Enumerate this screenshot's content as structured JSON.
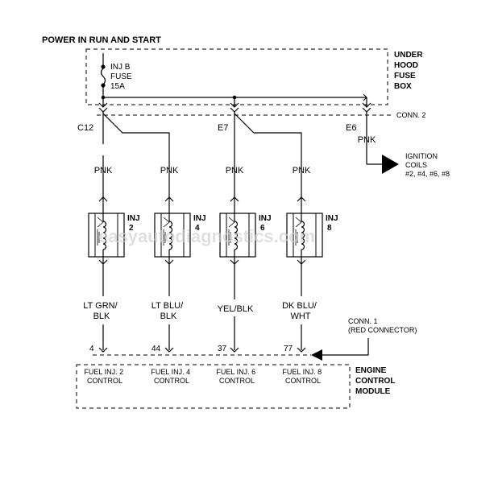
{
  "title": "POWER IN RUN AND START",
  "fuse_box": {
    "label_lines": [
      "UNDER",
      "HOOD",
      "FUSE",
      "BOX"
    ]
  },
  "fuse": {
    "label_lines": [
      "INJ B",
      "FUSE",
      "15A"
    ]
  },
  "connectors": {
    "c12": "C12",
    "e7": "E7",
    "e6": "E6",
    "conn2": "CONN. 2"
  },
  "ignition": {
    "wire": "PNK",
    "label_lines": [
      "IGNITION",
      "COILS",
      "#2, #4, #6, #8"
    ]
  },
  "injectors": [
    {
      "top_wire": "PNK",
      "label": "INJ",
      "num": "2",
      "bottom_wire": [
        "LT GRN/",
        "BLK"
      ],
      "pin": "4",
      "control": [
        "FUEL INJ. 2",
        "CONTROL"
      ]
    },
    {
      "top_wire": "PNK",
      "label": "INJ",
      "num": "4",
      "bottom_wire": [
        "LT BLU/",
        "BLK"
      ],
      "pin": "44",
      "control": [
        "FUEL INJ. 4",
        "CONTROL"
      ]
    },
    {
      "top_wire": "PNK",
      "label": "INJ",
      "num": "6",
      "bottom_wire": [
        "YEL/BLK"
      ],
      "pin": "37",
      "control": [
        "FUEL INJ. 6",
        "CONTROL"
      ]
    },
    {
      "top_wire": "PNK",
      "label": "INJ",
      "num": "8",
      "bottom_wire": [
        "DK BLU/",
        "WHT"
      ],
      "pin": "77",
      "control": [
        "FUEL INJ. 8",
        "CONTROL"
      ]
    }
  ],
  "conn1": {
    "label_lines": [
      "CONN. 1",
      "(RED CONNECTOR)"
    ]
  },
  "ecm": {
    "label_lines": [
      "ENGINE",
      "CONTROL",
      "MODULE"
    ]
  },
  "watermark": "easyautodiagnostics.com",
  "colors": {
    "ink": "#000000",
    "watermark": "#cfcfcf",
    "background": "#ffffff"
  }
}
